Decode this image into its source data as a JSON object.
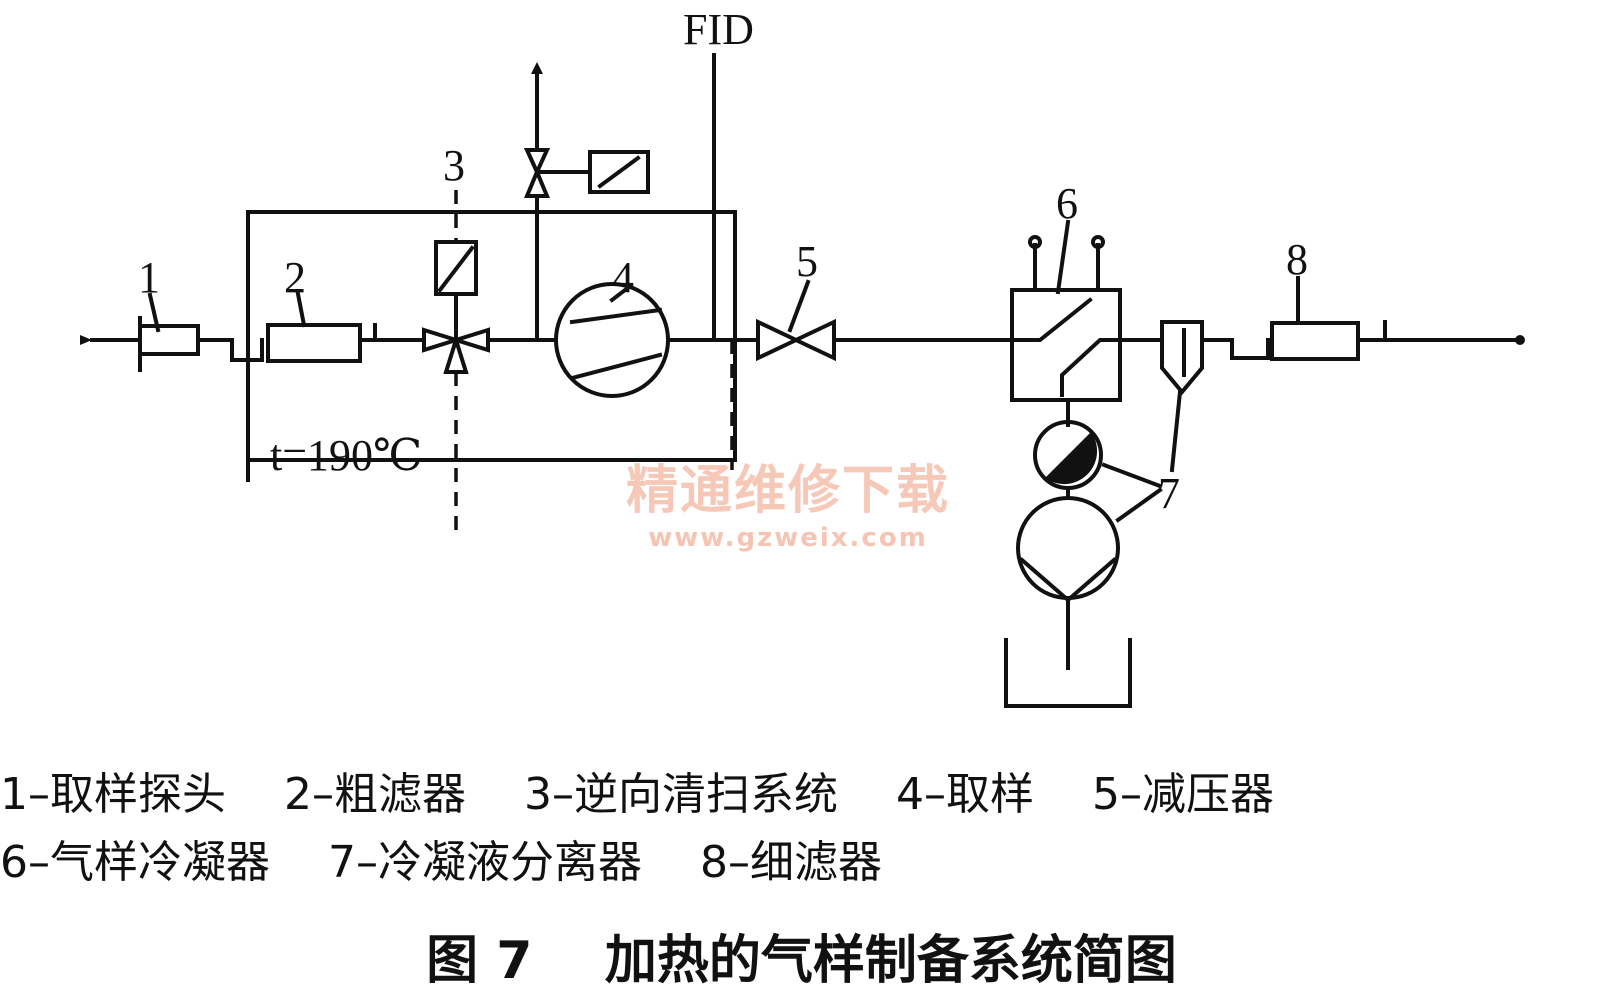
{
  "diagram": {
    "fid_label": "FID",
    "temp_label": "t=190℃",
    "callouts": [
      "1",
      "2",
      "3",
      "4",
      "5",
      "6",
      "8",
      "7"
    ]
  },
  "watermark": {
    "text": "精通维修下载",
    "url": "www.gzweix.com"
  },
  "legend": {
    "row1": [
      "1–取样探头",
      "2–粗滤器",
      "3–逆向清扫系统",
      "4–取样",
      "5–减压器"
    ],
    "row2": [
      "6–气样冷凝器",
      "7–冷凝液分离器",
      "8–细滤器"
    ]
  },
  "caption": "图 7    加热的气样制备系统简图"
}
